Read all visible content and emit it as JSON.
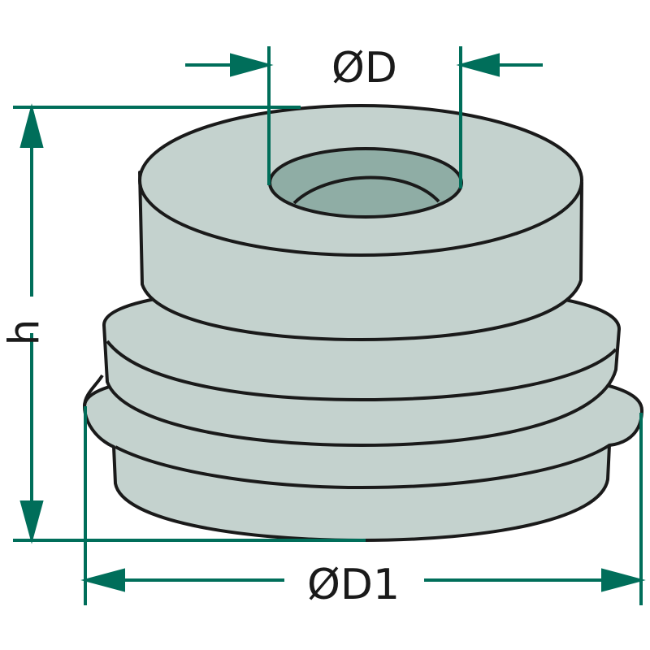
{
  "diagram": {
    "type": "technical-dimension-drawing",
    "subject": "stepped cylindrical bushing",
    "labels": {
      "inner_diameter": "ØD",
      "outer_diameter": "ØD1",
      "height": "h"
    },
    "colors": {
      "dimension_line": "#006e5a",
      "body_fill": "#c4d2ce",
      "bore_fill": "#8fada5",
      "outline": "#1a1a1a",
      "label_text": "#1a1a1a",
      "background": "#ffffff"
    }
  }
}
